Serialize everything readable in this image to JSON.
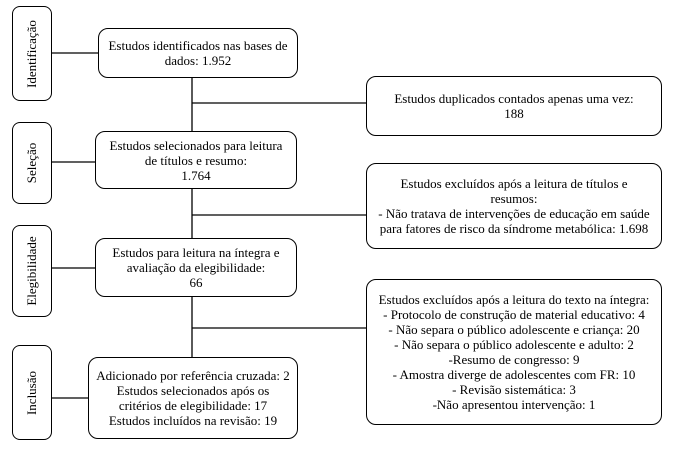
{
  "stages": {
    "identification": "Identificação",
    "selection": "Seleção",
    "eligibility": "Elegibilidade",
    "inclusion": "Inclusão"
  },
  "boxes": {
    "identified": [
      "Estudos identificados nas bases de",
      "dados: 1.952"
    ],
    "duplicates": [
      "Estudos duplicados contados apenas uma vez:",
      "188"
    ],
    "selected": [
      "Estudos selecionados para leitura",
      "de títulos e resumo:",
      "1.764"
    ],
    "excluded_titles": [
      "Estudos excluídos após a leitura de títulos e",
      "resumos:",
      "- Não tratava de intervenções de educação em saúde",
      "para fatores de risco da síndrome metabólica: 1.698"
    ],
    "eligibility": [
      "Estudos para leitura na íntegra e",
      "avaliação da elegibilidade:",
      "66"
    ],
    "excluded_fulltext": [
      "Estudos excluídos após a leitura do texto na íntegra:",
      "- Protocolo de construção de material educativo: 4",
      "- Não separa o público adolescente e criança: 20",
      "- Não separa o público adolescente e adulto: 2",
      "-Resumo de congresso: 9",
      "- Amostra diverge de adolescentes com FR: 10",
      "- Revisão sistemática: 3",
      "-Não apresentou intervenção: 1"
    ],
    "included": [
      "Adicionado por referência cruzada: 2",
      "Estudos selecionados após os",
      "critérios de elegibilidade: 17",
      "Estudos incluídos na revisão: 19"
    ]
  }
}
